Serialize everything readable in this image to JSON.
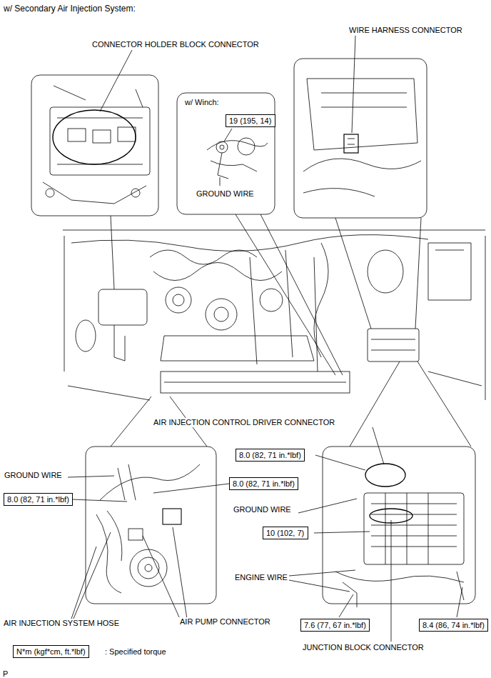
{
  "diagram": {
    "title": "w/ Secondary Air Injection System:",
    "nodes": [
      {
        "text": [
          "19 (195, 14)"
        ]
      },
      {
        "text": [
          "8.0 (82, 71 in.*lbf)"
        ]
      },
      {
        "text": [
          "8.0 (82, 71 in.*lbf)"
        ]
      },
      {
        "text": [
          "8.0 (82, 71 in.*lbf)"
        ]
      },
      {
        "text": [
          "10 (102, 7)"
        ]
      },
      {
        "text": [
          "7.6 (77, 67 in.*lbf)"
        ]
      },
      {
        "text": [
          "8.4 (86, 74 in.*lbf)"
        ]
      },
      {
        "text": [
          "N*m (kgf*cm, ft.*lbf)"
        ]
      }
    ],
    "labels": [
      "CONNECTOR HOLDER BLOCK CONNECTOR",
      "WIRE HARNESS CONNECTOR",
      "w/ Winch:",
      "GROUND WIRE",
      "AIR INJECTION CONTROL DRIVER CONNECTOR",
      "GROUND WIRE",
      "GROUND WIRE",
      "ENGINE WIRE",
      "AIR INJECTION SYSTEM HOSE",
      "AIR PUMP CONNECTOR",
      "JUNCTION BLOCK CONNECTOR",
      ": Specified torque",
      "P"
    ]
  }
}
